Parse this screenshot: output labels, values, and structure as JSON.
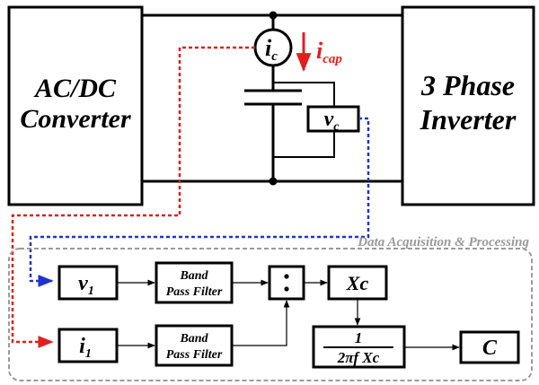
{
  "blocks": {
    "acdc": {
      "line1": "AC/DC",
      "line2": "Converter"
    },
    "inverter": {
      "line1": "3 Phase",
      "line2": "Inverter"
    }
  },
  "sensors": {
    "current": {
      "base": "i",
      "sub": "c"
    },
    "voltage": {
      "base": "v",
      "sub": "c"
    },
    "capacitor_current": {
      "base": "i",
      "sub": "cap"
    }
  },
  "processing": {
    "title": "Data Acquisition & Processing",
    "v_input": {
      "base": "v",
      "sub": "1"
    },
    "i_input": {
      "base": "i",
      "sub": "1"
    },
    "bpf_line1": "Band",
    "bpf_line2": "Pass Filter",
    "divide_symbol": ":",
    "xc_label": "Xc",
    "formula_num": "1",
    "formula_den": "2πf Xc",
    "output_label": "C"
  },
  "colors": {
    "current_signal": "#e0201c",
    "voltage_signal": "#2233cc",
    "dashed_border": "#9a9a9a",
    "title_text": "#9a9a9a"
  }
}
